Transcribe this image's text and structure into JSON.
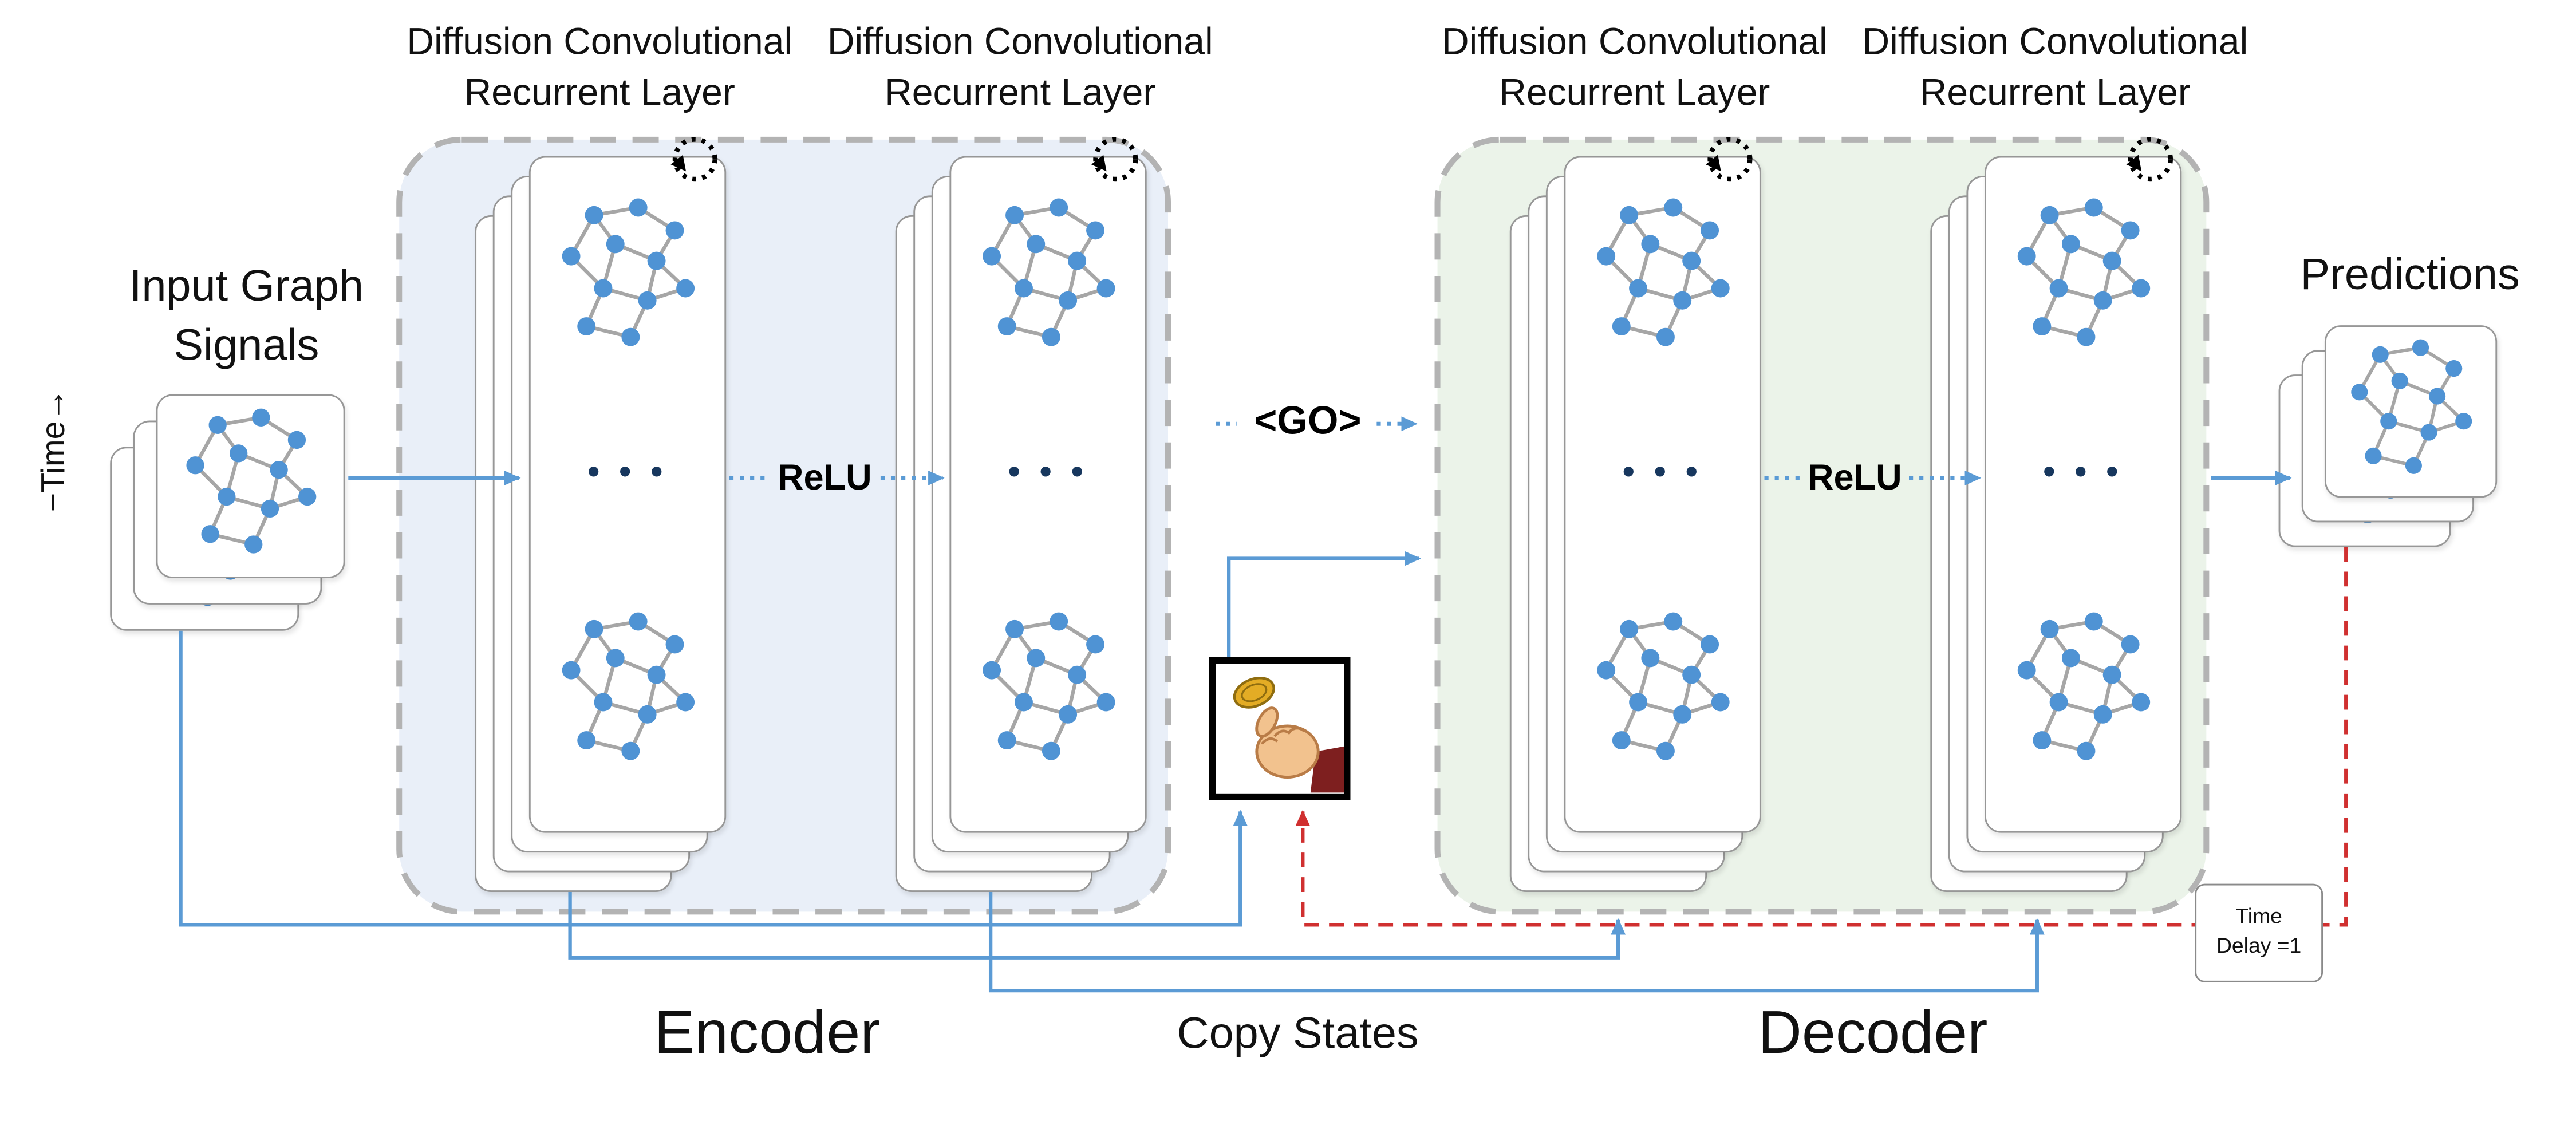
{
  "figure": {
    "input": {
      "title1": "Input Graph",
      "title2": "Signals",
      "time_axis_label": "−Time→"
    },
    "encoder": {
      "section_label": "Encoder",
      "activation_label": "ReLU",
      "layers": [
        {
          "title1": "Diffusion Convolutional",
          "title2": "Recurrent Layer",
          "hidden_ellipsis": "• • •"
        },
        {
          "title1": "Diffusion Convolutional",
          "title2": "Recurrent Layer",
          "hidden_ellipsis": "• • •"
        }
      ]
    },
    "bridge": {
      "go_token": "<GO>",
      "copy_states_label": "Copy States"
    },
    "decoder": {
      "section_label": "Decoder",
      "activation_label": "ReLU",
      "layers": [
        {
          "title1": "Diffusion Convolutional",
          "title2": "Recurrent Layer",
          "hidden_ellipsis": "• • •"
        },
        {
          "title1": "Diffusion Convolutional",
          "title2": "Recurrent Layer",
          "hidden_ellipsis": "• • •"
        }
      ]
    },
    "output": {
      "label": "Predictions"
    },
    "feedback": {
      "time_delay_line1": "Time",
      "time_delay_line2": "Delay =1"
    },
    "icons": {
      "recurrence_loop": "dotted-self-loop-arrow",
      "coin_flip": "coin-flip-hand",
      "graph": "sensor-network-graph"
    },
    "colors": {
      "graph_node": "#4f93d4",
      "graph_edge": "#a6a6a6",
      "flow_arrow": "#5b9bd5",
      "feedback_arrow": "#d03030",
      "encoder_fill": "#e9eff8",
      "decoder_fill": "#ebf3e9",
      "dashed_box_border": "#b3b3b3"
    }
  }
}
